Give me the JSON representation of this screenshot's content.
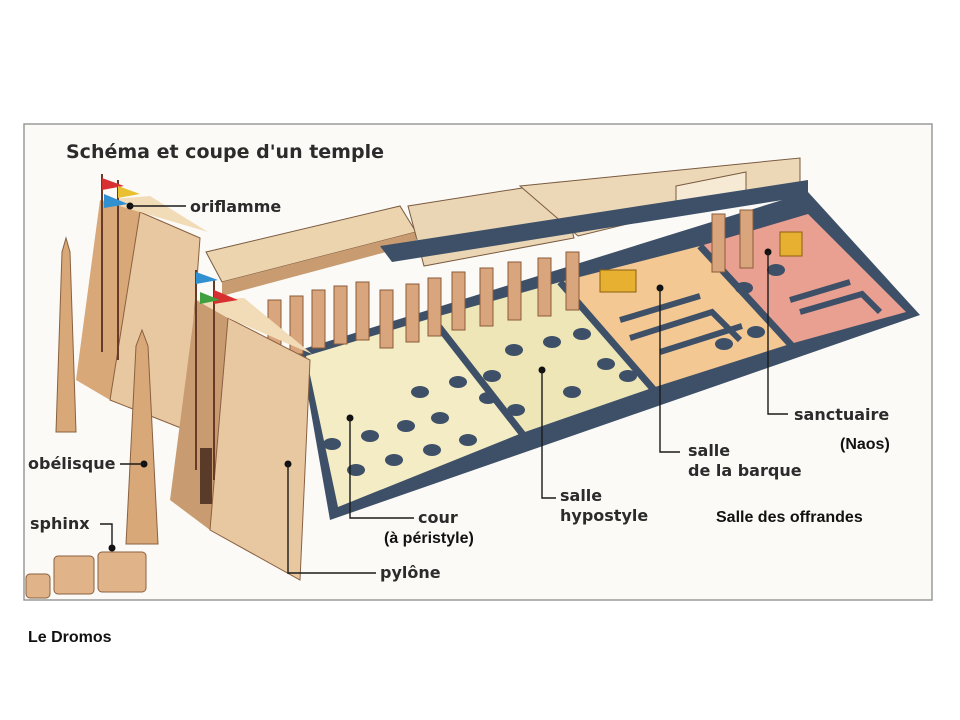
{
  "title": "Schéma et coupe d'un temple",
  "labels": {
    "oriflamme": "oriflamme",
    "obelisque": "obélisque",
    "sphinx": "sphinx",
    "pylone": "pylône",
    "cour": "cour",
    "cour_note": "(à péristyle)",
    "salle_hypostyle_1": "salle",
    "salle_hypostyle_2": "hypostyle",
    "salle_barque_1": "salle",
    "salle_barque_2": "de la barque",
    "sanctuaire": "sanctuaire",
    "naos": "(Naos)",
    "offrandes": "Salle des offrandes",
    "dromos": "Le Dromos"
  },
  "colors": {
    "sandstone": "#e8c8a0",
    "sandstone_dark": "#c99b70",
    "floor_court": "#f4ecc4",
    "floor_hypostyle": "#efe6b8",
    "floor_barque": "#f4c892",
    "floor_sanctuary": "#eaa090",
    "wall_blue": "#3e5068",
    "pillar": "#d9a57c"
  }
}
